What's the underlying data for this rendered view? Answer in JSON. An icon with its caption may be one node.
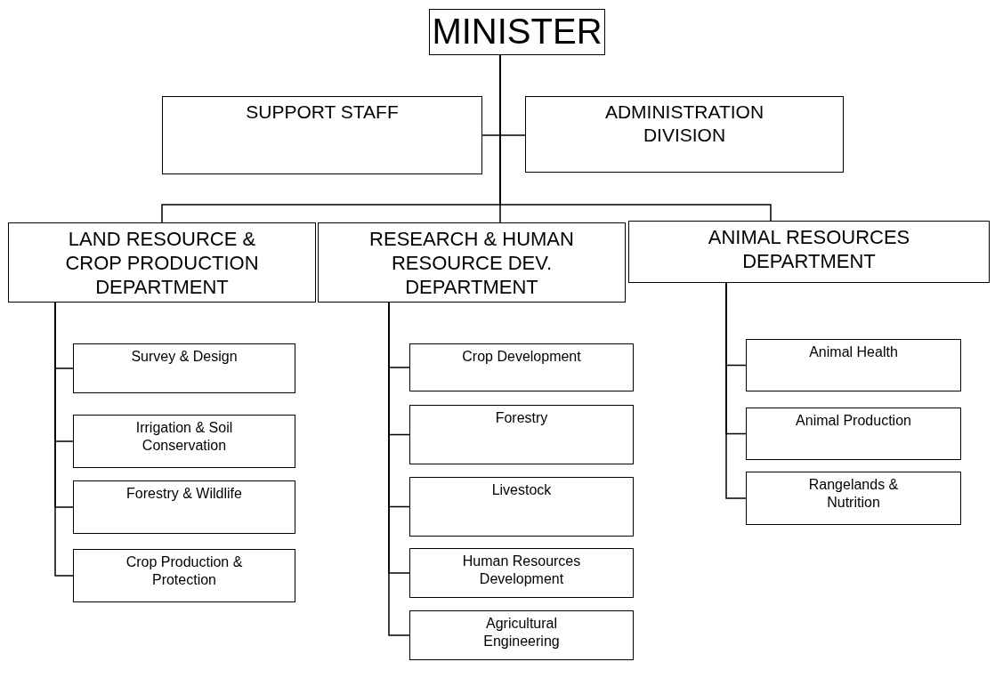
{
  "diagram": {
    "nodes": [
      {
        "text": [
          "MINISTER"
        ]
      },
      {
        "text": [
          "SUPPORT STAFF"
        ]
      },
      {
        "text": [
          "ADMINISTRATION DIVISION"
        ]
      },
      {
        "text": [
          "LAND RESOURCE & CROP PRODUCTION DEPARTMENT"
        ]
      },
      {
        "text": [
          "RESEARCH & HUMAN RESOURCE DEV. DEPARTMENT"
        ]
      },
      {
        "text": [
          "ANIMAL RESOURCES DEPARTMENT"
        ]
      },
      {
        "text": [
          "Survey & Design"
        ]
      },
      {
        "text": [
          "Irrigation & Soil Conservation"
        ]
      },
      {
        "text": [
          "Forestry & Wildlife"
        ]
      },
      {
        "text": [
          "Crop Production & Protection"
        ]
      },
      {
        "text": [
          "Crop Development"
        ]
      },
      {
        "text": [
          "Forestry"
        ]
      },
      {
        "text": [
          "Livestock"
        ]
      },
      {
        "text": [
          "Human Resources Development"
        ]
      },
      {
        "text": [
          "Agricultural Engineering"
        ]
      },
      {
        "text": [
          "Animal Health"
        ]
      },
      {
        "text": [
          "Animal Production"
        ]
      },
      {
        "text": [
          "Rangelands & Nutrition"
        ]
      }
    ],
    "edges": [
      {
        "from": 0,
        "to": 1,
        "arrow": "none"
      },
      {
        "from": 0,
        "to": 2,
        "arrow": "none"
      },
      {
        "from": 0,
        "to": 3,
        "arrow": "none"
      },
      {
        "from": 0,
        "to": 4,
        "arrow": "none"
      },
      {
        "from": 0,
        "to": 5,
        "arrow": "none"
      },
      {
        "from": 3,
        "to": 6,
        "arrow": "none"
      },
      {
        "from": 3,
        "to": 7,
        "arrow": "none"
      },
      {
        "from": 3,
        "to": 8,
        "arrow": "none"
      },
      {
        "from": 3,
        "to": 9,
        "arrow": "none"
      },
      {
        "from": 4,
        "to": 10,
        "arrow": "none"
      },
      {
        "from": 4,
        "to": 11,
        "arrow": "none"
      },
      {
        "from": 4,
        "to": 12,
        "arrow": "none"
      },
      {
        "from": 4,
        "to": 13,
        "arrow": "none"
      },
      {
        "from": 4,
        "to": 14,
        "arrow": "none"
      },
      {
        "from": 5,
        "to": 15,
        "arrow": "none"
      },
      {
        "from": 5,
        "to": 16,
        "arrow": "none"
      },
      {
        "from": 5,
        "to": 17,
        "arrow": "none"
      }
    ]
  }
}
